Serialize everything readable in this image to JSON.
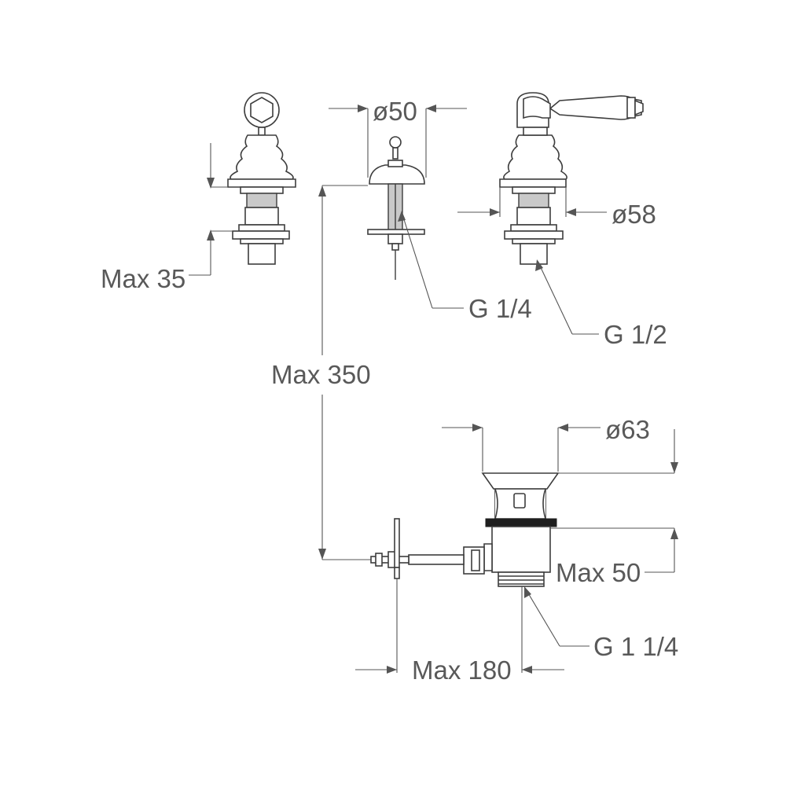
{
  "labels": {
    "max35": "Max 35",
    "d50": "ø50",
    "d58": "ø58",
    "g14": "G 1/4",
    "g12": "G 1/2",
    "max350": "Max 350",
    "d63": "ø63",
    "max50": "Max 50",
    "g114": "G 1 1/4",
    "max180": "Max 180"
  }
}
